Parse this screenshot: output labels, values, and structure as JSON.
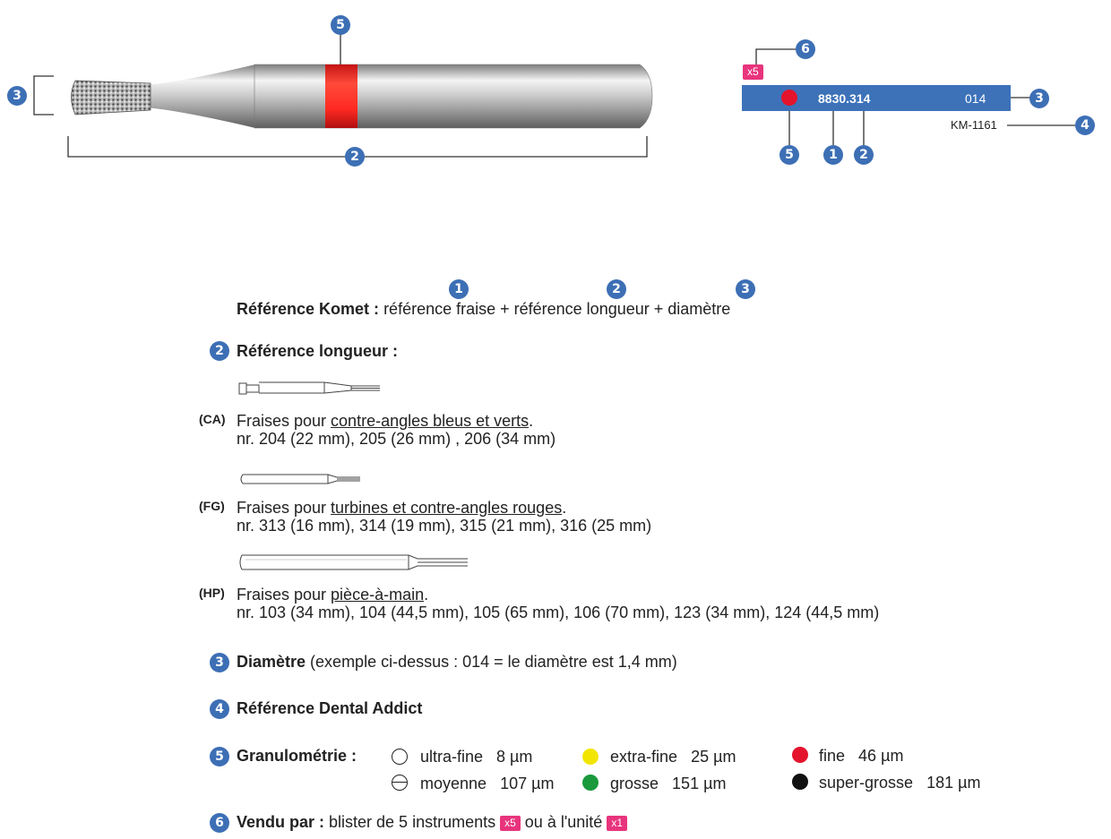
{
  "colors": {
    "badge": "#3d6fb5",
    "tag": "#e8347d",
    "label_bar": "#3d72b9",
    "band_red": "#ff2222"
  },
  "diagram": {
    "bur_badges": {
      "diameter": "3",
      "band": "5",
      "length": "2"
    },
    "label": {
      "pack_tag": "x5",
      "pack_badge": "6",
      "reference": "8830.314",
      "diameter_code": "014",
      "diameter_badge": "3",
      "dental_addict_ref": "KM-1161",
      "dental_addict_badge": "4",
      "bottom_badges": [
        "5",
        "1",
        "2"
      ]
    }
  },
  "komet": {
    "badges": [
      "1",
      "2",
      "3"
    ],
    "title": "Référence Komet :",
    "formula": "référence fraise + référence longueur + diamètre"
  },
  "length_ref": {
    "badge": "2",
    "title": "Référence longueur :",
    "types": [
      {
        "code": "(CA)",
        "prefix": "Fraises pour ",
        "link": "contre-angles bleus et verts",
        "suffix": ".",
        "refs": "nr. 204 (22 mm), 205 (26 mm) , 206 (34 mm)"
      },
      {
        "code": "(FG)",
        "prefix": "Fraises pour ",
        "link": "turbines et contre-angles rouges",
        "suffix": ".",
        "refs": "nr. 313 (16 mm), 314 (19 mm), 315 (21 mm), 316 (25 mm)"
      },
      {
        "code": "(HP)",
        "prefix": "Fraises pour ",
        "link": "pièce-à-main",
        "suffix": ".",
        "refs": "nr. 103 (34 mm), 104 (44,5 mm), 105 (65 mm), 106 (70 mm), 123 (34 mm), 124 (44,5 mm)"
      }
    ]
  },
  "diameter": {
    "badge": "3",
    "title": "Diamètre",
    "text": " (exemple ci-dessus : 014 = le diamètre est 1,4 mm)"
  },
  "dental_addict": {
    "badge": "4",
    "title": "Référence Dental Addict"
  },
  "grain": {
    "badge": "5",
    "title": "Granulométrie :",
    "items": [
      {
        "name": "ultra-fine",
        "size": "8 µm",
        "color": "#ffffff"
      },
      {
        "name": "moyenne",
        "size": "107 µm",
        "color": "#ffffff"
      },
      {
        "name": "extra-fine",
        "size": "25 µm",
        "color": "#f2e600"
      },
      {
        "name": "grosse",
        "size": "151 µm",
        "color": "#1a9a3c"
      },
      {
        "name": "fine",
        "size": "46 µm",
        "color": "#e3142b"
      },
      {
        "name": "super-grosse",
        "size": "181 µm",
        "color": "#111111"
      }
    ]
  },
  "sold_by": {
    "badge": "6",
    "title": "Vendu par :",
    "text1": " blister de 5 instruments ",
    "tag1": "x5",
    "text2": " ou à l'unité ",
    "tag2": "x1"
  }
}
